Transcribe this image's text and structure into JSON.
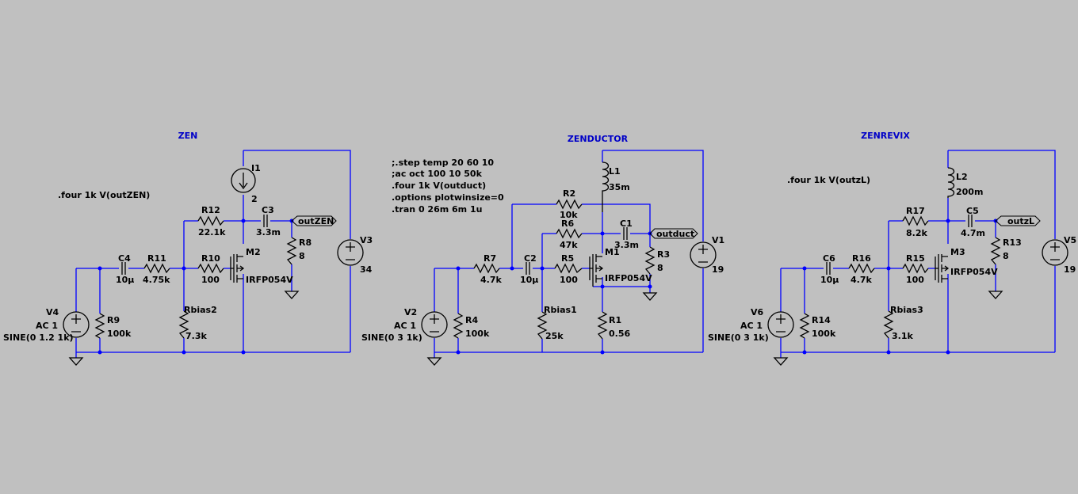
{
  "titles": {
    "zen": "ZEN",
    "zenductor": "ZENDUCTOR",
    "zenrevix": "ZENREVIX"
  },
  "directives": {
    "zen": ".four 1k V(outZEN)",
    "zenductor": [
      ";.step temp 20 60 10",
      ";ac oct 100 10 50k",
      ".four 1k V(outduct)",
      ".options plotwinsize=0",
      ".tran 0 26m 6m 1u"
    ],
    "zenrevix": ".four 1k V(outzL)"
  },
  "zen": {
    "I1": {
      "name": "I1",
      "value": "2"
    },
    "R12": {
      "name": "R12",
      "value": "22.1k"
    },
    "C3": {
      "name": "C3",
      "value": "3.3m"
    },
    "out": "outZEN",
    "R8": {
      "name": "R8",
      "value": "8"
    },
    "M2": {
      "name": "M2",
      "value": "IRFP054V"
    },
    "R10": {
      "name": "R10",
      "value": "100"
    },
    "C4": {
      "name": "C4",
      "value": "10µ"
    },
    "R11": {
      "name": "R11",
      "value": "4.75k"
    },
    "V3": {
      "name": "V3",
      "value": "34"
    },
    "V4": {
      "name": "V4",
      "ac": "AC 1",
      "value": "SINE(0 1.2 1k)"
    },
    "R9": {
      "name": "R9",
      "value": "100k"
    },
    "Rbias2": {
      "name": "Rbias2",
      "value": "7.3k"
    }
  },
  "zenductor": {
    "L1": {
      "name": "L1",
      "value": "35m"
    },
    "R2": {
      "name": "R2",
      "value": "10k"
    },
    "R6": {
      "name": "R6",
      "value": "47k"
    },
    "C1": {
      "name": "C1",
      "value": "3.3m"
    },
    "out": "outduct",
    "R3": {
      "name": "R3",
      "value": "8"
    },
    "M1": {
      "name": "M1",
      "value": "IRFP054V"
    },
    "R5": {
      "name": "R5",
      "value": "100"
    },
    "C2": {
      "name": "C2",
      "value": "10µ"
    },
    "R7": {
      "name": "R7",
      "value": "4.7k"
    },
    "V1": {
      "name": "V1",
      "value": "19"
    },
    "V2": {
      "name": "V2",
      "ac": "AC 1",
      "value": "SINE(0 3 1k)"
    },
    "R4": {
      "name": "R4",
      "value": "100k"
    },
    "Rbias1": {
      "name": "Rbias1",
      "value": "25k"
    },
    "R1": {
      "name": "R1",
      "value": "0.56"
    }
  },
  "zenrevix": {
    "L2": {
      "name": "L2",
      "value": "200m"
    },
    "R17": {
      "name": "R17",
      "value": "8.2k"
    },
    "C5": {
      "name": "C5",
      "value": "4.7m"
    },
    "out": "outzL",
    "R13": {
      "name": "R13",
      "value": "8"
    },
    "M3": {
      "name": "M3",
      "value": "IRFP054V"
    },
    "R15": {
      "name": "R15",
      "value": "100"
    },
    "C6": {
      "name": "C6",
      "value": "10µ"
    },
    "R16": {
      "name": "R16",
      "value": "4.7k"
    },
    "V5": {
      "name": "V5",
      "value": "19"
    },
    "V6": {
      "name": "V6",
      "ac": "AC 1",
      "value": "SINE(0 3 1k)"
    },
    "R14": {
      "name": "R14",
      "value": "100k"
    },
    "Rbias3": {
      "name": "Rbias3",
      "value": "3.1k"
    }
  },
  "colors": {
    "background": "#c0c0c0",
    "wire": "#0000ff",
    "title": "#0000c8",
    "component": "#000000"
  }
}
